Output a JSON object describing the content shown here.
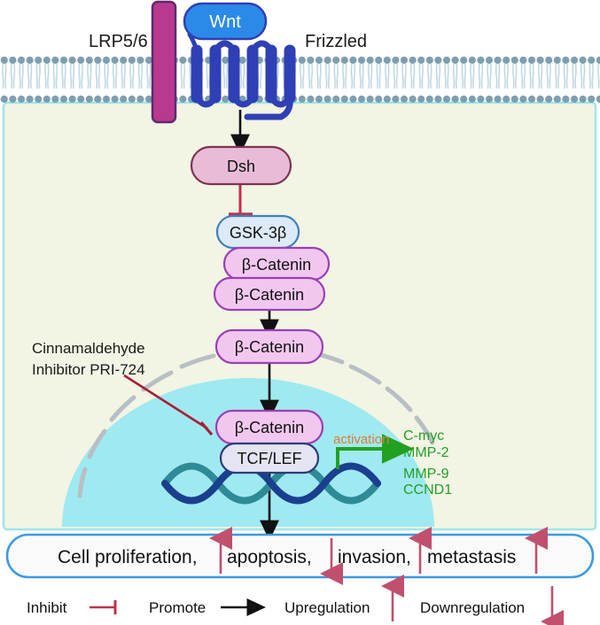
{
  "diagram": {
    "title_implicit": "Wnt/β-catenin signaling pathway",
    "receptors": {
      "lrp_label": "LRP5/6",
      "frizzled_label": "Frizzled",
      "ligand_label": "Wnt"
    },
    "cytoplasm_nodes": [
      {
        "label": "Dsh",
        "fill": "#e8bcd6",
        "stroke": "#7d3352"
      },
      {
        "label": "GSK-3β",
        "fill": "#dce9f7",
        "stroke": "#3f7fc1"
      },
      {
        "label": "β-Catenin",
        "fill": "#f2c7ef",
        "stroke": "#9b3fb5"
      },
      {
        "label": "β-Catenin",
        "fill": "#f2c7ef",
        "stroke": "#9b3fb5"
      },
      {
        "label": "β-Catenin",
        "fill": "#f2c7ef",
        "stroke": "#9b3fb5"
      }
    ],
    "nucleus_nodes": [
      {
        "label": "β-Catenin",
        "fill": "#f2c7ef",
        "stroke": "#9b3fb5"
      },
      {
        "label": "TCF/LEF",
        "fill": "#e4e4f2",
        "stroke": "#2b3d7a"
      }
    ],
    "inhibitor": {
      "line1": "Cinnamaldehyde",
      "line2": "Inhibitor PRI-724",
      "color": "#a82038"
    },
    "activation_label": "activation",
    "target_genes": [
      "C-myc",
      "MMP-2",
      "MMP-9",
      "CCND1"
    ],
    "outcome": {
      "segments": [
        {
          "text": "Cell proliferation,",
          "arrow": "up"
        },
        {
          "text": "apoptosis,",
          "arrow": "down"
        },
        {
          "text": "invasion,",
          "arrow": "up"
        },
        {
          "text": "metastasis",
          "arrow": "up"
        }
      ]
    },
    "legend": [
      {
        "label": "Inhibit",
        "symbol": "inhibit-bar",
        "color": "#c0314b"
      },
      {
        "label": "Promote",
        "symbol": "arrow-right",
        "color": "#111111"
      },
      {
        "label": "Upregulation",
        "symbol": "arrow-up",
        "color": "#c0506e"
      },
      {
        "label": "Downregulation",
        "symbol": "arrow-down",
        "color": "#c0506e"
      }
    ],
    "colors": {
      "membrane_head": "#7e9eb0",
      "membrane_tail": "#bcd6e2",
      "cytoplasm_fill": "#f2f4e4",
      "cytoplasm_border": "#9fe6ea",
      "nucleus_fill": "#9fe9f0",
      "nucleus_dash": "#b8bfc4",
      "dna_strand_a": "#1b3f8f",
      "dna_strand_b": "#2e8b96",
      "lrp_fill": "#b8398f",
      "lrp_stroke": "#5e2a6e",
      "frizzled": "#2f3fb5",
      "wnt_fill": "#2b8ae8",
      "wnt_stroke": "#2f3fb5",
      "gene_green": "#22a022",
      "activation_orange": "#e07b39",
      "outcome_border": "#3b9ae0"
    }
  }
}
